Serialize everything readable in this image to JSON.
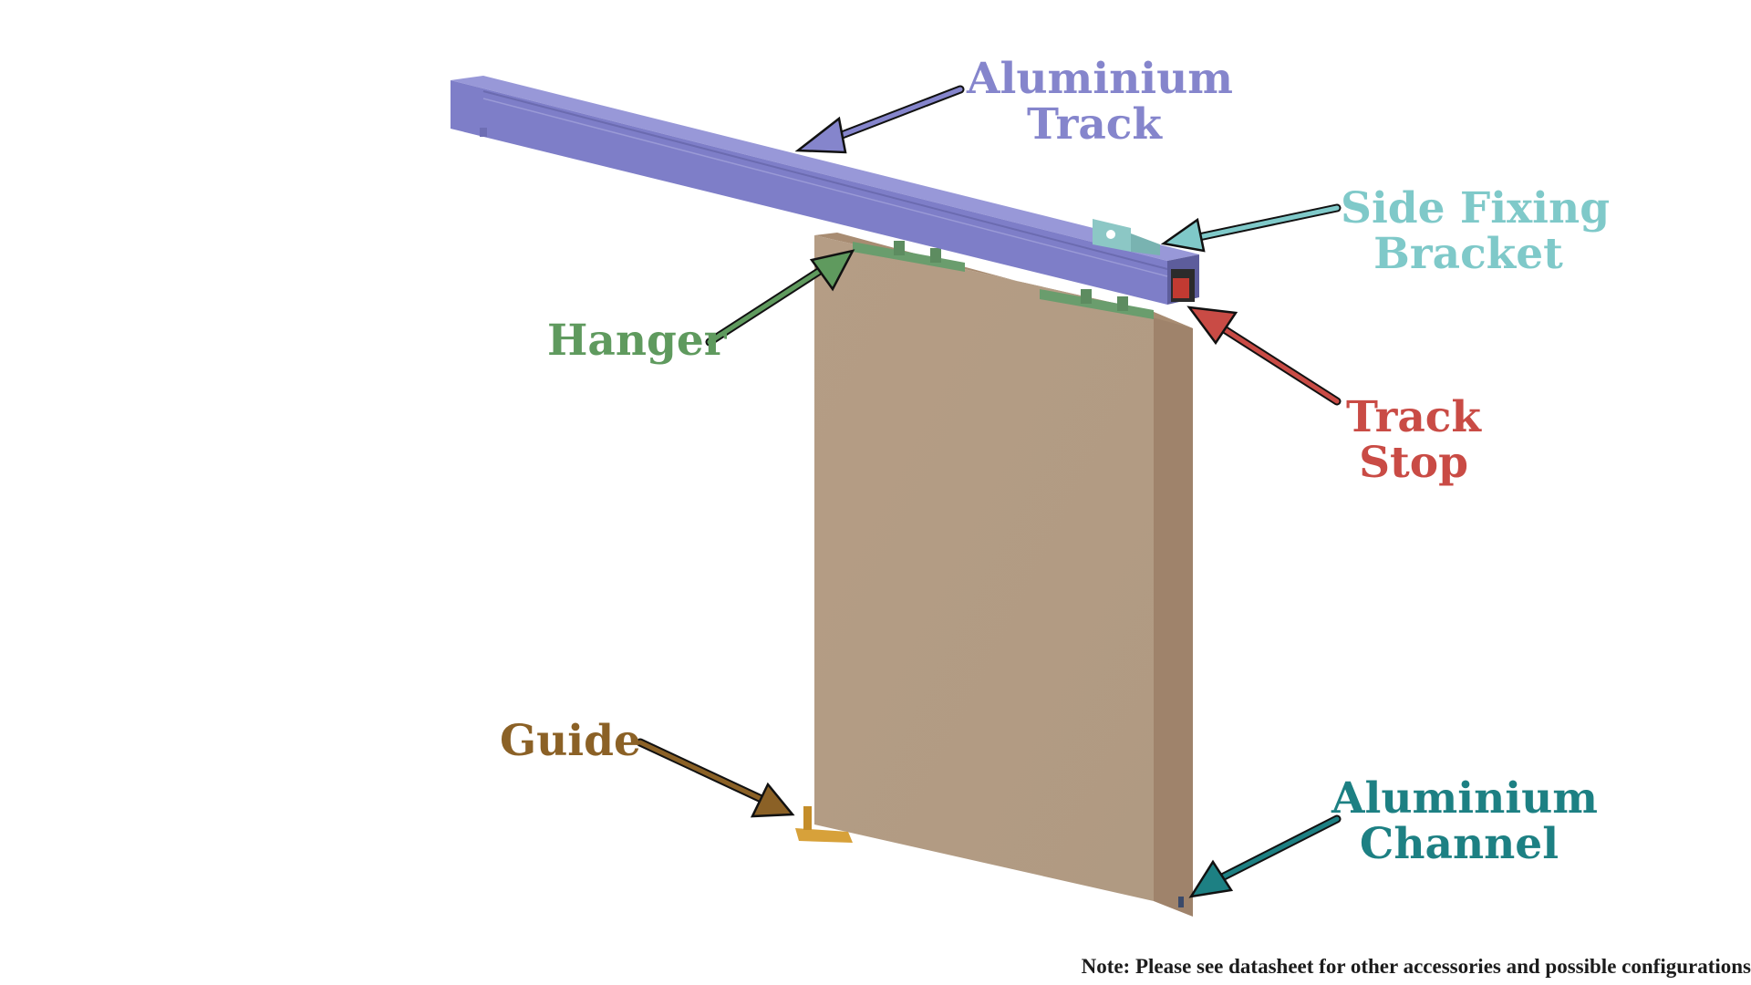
{
  "labels": {
    "aluminium_track": {
      "line1": "Aluminium",
      "line2": "Track",
      "color": "#8585cc"
    },
    "side_fixing_bracket": {
      "line1": "Side Fixing",
      "line2": "Bracket",
      "color": "#7fc9c9"
    },
    "hanger": {
      "line1": "Hanger",
      "color": "#5f9a5e"
    },
    "track_stop": {
      "line1": "Track",
      "line2": "Stop",
      "color": "#c94b45"
    },
    "guide": {
      "line1": "Guide",
      "color": "#8b6126"
    },
    "aluminium_channel": {
      "line1": "Aluminium",
      "line2": "Channel",
      "color": "#1d8083"
    }
  },
  "note": "Note: Please see datasheet for other accessories and possible configurations",
  "colors": {
    "track": "#7e7ec8",
    "door_face": "#b69e86",
    "door_edge": "#9b806a",
    "hanger": "#6fa273",
    "bracket": "#8cc7c5",
    "stop": "#c23a32",
    "guide": "#d7a13a"
  }
}
